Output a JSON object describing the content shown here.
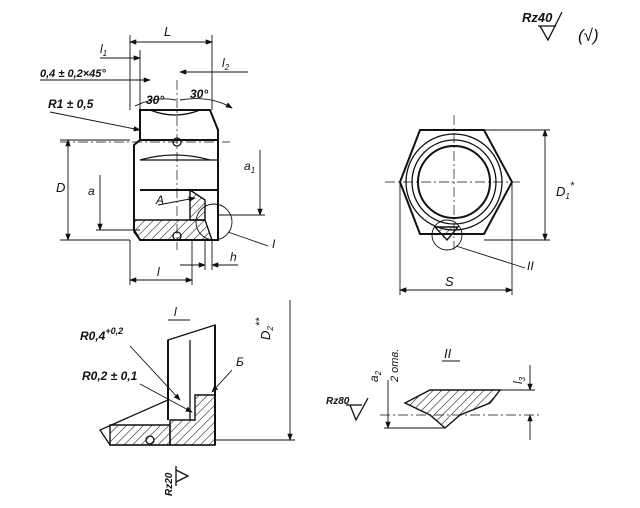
{
  "surface": {
    "roughness_general": "Rz40",
    "roughness_rest_symbol": "(√)"
  },
  "side_view": {
    "L": "L",
    "l1": "l",
    "l1_sub": "1",
    "l2": "l",
    "l2_sub": "2",
    "chamfer": "0,4 ± 0,2×45°",
    "radius": "R1 ± 0,5",
    "angle_left": "30°",
    "angle_right": "30°",
    "D": "D",
    "a": "a",
    "a1": "a",
    "a1_sub": "1",
    "A": "A",
    "I": "I",
    "l": "l",
    "h": "h"
  },
  "top_view": {
    "D1": "D",
    "D1_sub": "1",
    "D1_star": "*",
    "S": "S",
    "II": "II"
  },
  "detail_b": {
    "l": "l",
    "R04": "R0,4",
    "R04_tol": "+0,2",
    "R02": "R0,2 ± 0,1",
    "B": "Б",
    "D2": "D",
    "D2_sub": "2",
    "D2_star": "**",
    "Rz20": "Rz20"
  },
  "detail_ii": {
    "title": "II",
    "a2": "a",
    "a2_sub": "2",
    "holes": "2 отв.",
    "l3": "l",
    "l3_sub": "3",
    "Rz80": "Rz80"
  }
}
